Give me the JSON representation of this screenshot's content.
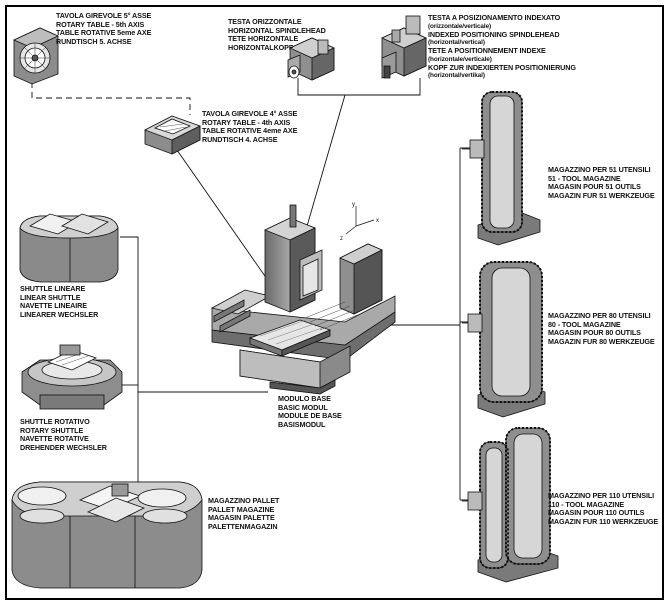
{
  "labels": {
    "table_5th": [
      "TAVOLA GIREVOLE 5° ASSE",
      "ROTARY TABLE - 5th AXIS",
      "TABLE ROTATIVE 5eme AXE",
      "RUNDTISCH 5. ACHSE"
    ],
    "horizontal_head": [
      "TESTA ORIZZONTALE",
      "HORIZONTAL SPINDLEHEAD",
      "TETE HORIZONTALE",
      "HORIZONTALKOPF"
    ],
    "indexed_head": [
      {
        "text": "TESTA A POSIZIONAMENTO INDEXATO",
        "small": false
      },
      {
        "text": "(orizzontale/verticale)",
        "small": true
      },
      {
        "text": "INDEXED POSITIONING SPINDLEHEAD",
        "small": false
      },
      {
        "text": "(horizontal/vertical)",
        "small": true
      },
      {
        "text": "TETE A POSITIONNEMENT INDEXE",
        "small": false
      },
      {
        "text": "(horizontale/verticale)",
        "small": true
      },
      {
        "text": "KOPF ZUR INDEXIERTEN POSITIONIERUNG",
        "small": false
      },
      {
        "text": "(horizontal/vertikal)",
        "small": true
      }
    ],
    "table_4th": [
      "TAVOLA GIREVOLE 4° ASSE",
      "ROTARY TABLE - 4th AXIS",
      "TABLE ROTATIVE 4eme AXE",
      "RUNDTISCH 4. ACHSE"
    ],
    "magazine_51": [
      "MAGAZZINO PER 51 UTENSILI",
      "51 - TOOL MAGAZINE",
      "MAGASIN POUR 51 OUTILS",
      "MAGAZIN FUR 51 WERKZEUGE"
    ],
    "linear_shuttle": [
      "SHUTTLE LINEARE",
      "LINEAR SHUTTLE",
      "NAVETTE LINEAIRE",
      "LINEARER WECHSLER"
    ],
    "magazine_80": [
      "MAGAZZINO PER 80 UTENSILI",
      "80 - TOOL MAGAZINE",
      "MAGASIN POUR 80 OUTILS",
      "MAGAZIN FUR 80 WERKZEUGE"
    ],
    "rotary_shuttle": [
      "SHUTTLE ROTATIVO",
      "ROTARY SHUTTLE",
      "NAVETTE ROTATIVE",
      "DREHENDER WECHSLER"
    ],
    "basic_module": [
      "MODULO BASE",
      "BASIC MODUL",
      "MODULE DE BASE",
      "BASISMODUL"
    ],
    "magazine_110": [
      "MAGAZZINO PER 110 UTENSILI",
      "110 - TOOL MAGAZINE",
      "MAGASIN POUR 110 OUTILS",
      "MAGAZIN FUR 110 WERKZEUGE"
    ],
    "pallet_magazine": [
      "MAGAZZINO PALLET",
      "PALLET MAGAZINE",
      "MAGASIN PALETTE",
      "PALETTENMAGAZIN"
    ]
  },
  "axes": {
    "y": "y",
    "x": "x",
    "z": "z"
  },
  "colors": {
    "ink": "#111111",
    "dark": "#5a5a5a",
    "mid": "#9a9a9a",
    "light": "#cfcfcf",
    "paper": "#ffffff"
  }
}
